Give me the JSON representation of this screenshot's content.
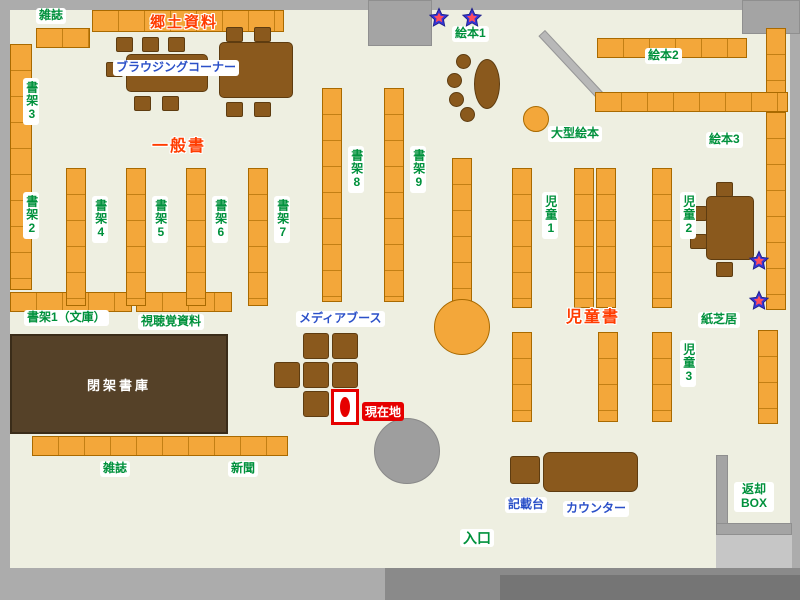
{
  "map_title": "library-floor-map",
  "labels": {
    "magazines_top": "雑誌",
    "local_history": "郷土資料",
    "browsing_corner": "ブラウジングコーナー",
    "shelf3": "書架3",
    "shelf2": "書架2",
    "general_books": "一般書",
    "shelf4": "書架4",
    "shelf5": "書架5",
    "shelf6": "書架6",
    "shelf7": "書架7",
    "shelf8": "書架8",
    "shelf9": "書架9",
    "picture_books1": "絵本1",
    "picture_books2": "絵本2",
    "picture_books3": "絵本3",
    "large_picture_books": "大型絵本",
    "children1": "児童1",
    "children2": "児童2",
    "children3": "児童3",
    "children_books": "児童書",
    "kamishibai": "紙芝居",
    "shelf1_bunko": "書架1（文庫）",
    "audio_visual": "視聴覚資料",
    "media_booth": "メディアブース",
    "closed_stacks": "閉架書庫",
    "current_location": "現在地",
    "magazines_bottom": "雑誌",
    "newspapers": "新聞",
    "writing_desk": "記載台",
    "counter": "カウンター",
    "entrance": "入口",
    "return_box": "返却BOX"
  },
  "icons": {
    "star": "★"
  },
  "colors": {
    "floor": "#EEEFE1",
    "wall_gray": "#A4A4A4",
    "shelf_orange": "#F3A73A",
    "table_brown": "#8A591D",
    "closed_stacks_bg": "#554128",
    "label_green": "#00913C",
    "label_blue": "#2B50C8",
    "label_red": "#FF3C00",
    "current_location_bg": "#E60000",
    "star_blue": "#3535D8",
    "star_red": "#FF4D5E"
  }
}
